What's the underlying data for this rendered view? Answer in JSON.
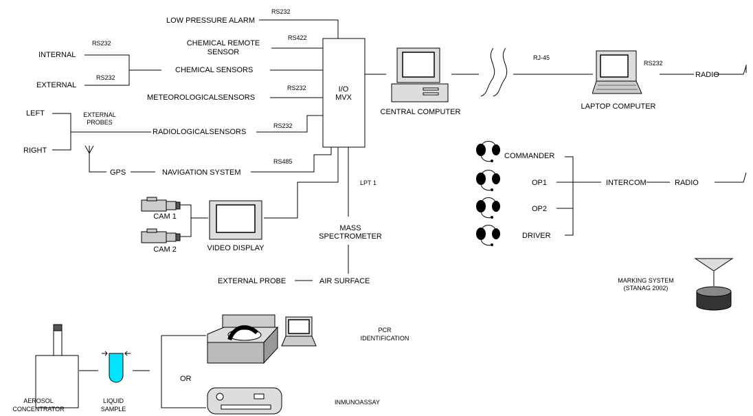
{
  "labels": {
    "low_pressure_alarm": "LOW PRESSURE ALARM",
    "chem_remote_1": "CHEMICAL REMOTE",
    "chem_remote_2": "SENSOR",
    "chem_sensors": "CHEMICAL SENSORS",
    "met_sensors": "METEOROLOGICALSENSORS",
    "rad_sensors": "RADIOLOGICALSENSORS",
    "nav_system": "NAVIGATION SYSTEM",
    "gps": "GPS",
    "internal": "INTERNAL",
    "external": "EXTERNAL",
    "left": "LEFT",
    "right": "RIGHT",
    "ext_probes_1": "EXTERNAL",
    "ext_probes_2": "PROBES",
    "io_1": "I/O",
    "io_2": "MVX",
    "central_computer": "CENTRAL COMPUTER",
    "laptop_computer": "LAPTOP COMPUTER",
    "radio_1": "RADIO",
    "radio_2": "RADIO",
    "intercom": "INTERCOM",
    "commander": "COMMANDER",
    "op1": "OP1",
    "op2": "OP2",
    "driver": "DRIVER",
    "cam1": "CAM 1",
    "cam2": "CAM 2",
    "video_display": "VIDEO DISPLAY",
    "lpt1": "LPT 1",
    "mass_1": "MASS",
    "mass_2": "SPECTROMETER",
    "external_probe": "EXTERNAL PROBE",
    "air_surface": "AIR SURFACE",
    "marking_1": "MARKING SYSTEM",
    "marking_2": "(STANAG 2002)",
    "pcr_1": "PCR",
    "pcr_2": "IDENTIFICATION",
    "inmunoassay": "INMUNOASSAY",
    "or": "OR",
    "aerosol_1": "AEROSOL",
    "aerosol_2": "CONCENTRATOR",
    "liquid_1": "LIQUID",
    "liquid_2": "SAMPLE"
  },
  "links": {
    "rs232_alarm": "RS232",
    "rs422": "RS422",
    "rs232_internal": "RS232",
    "rs232_external": "RS232",
    "rs232_met": "RS232",
    "rs232_rad": "RS232",
    "rs485": "RS485",
    "rj45": "RJ-45",
    "rs232_laptop": "RS232"
  },
  "colors": {
    "line": "#000000",
    "vial": "#00e5ff",
    "background": "#ffffff"
  }
}
